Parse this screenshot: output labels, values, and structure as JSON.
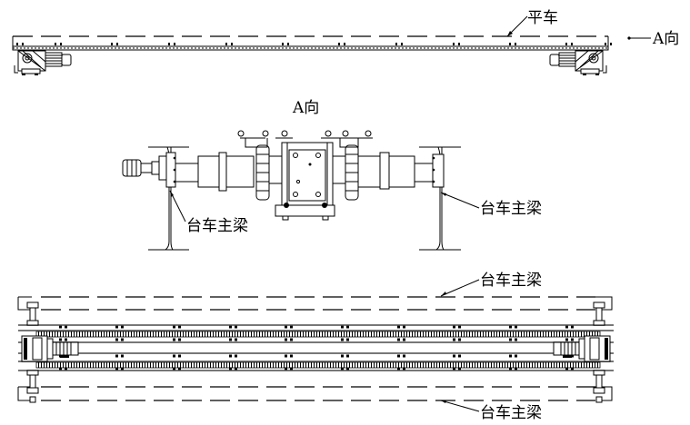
{
  "drawing": {
    "type": "mechanical-engineering-drawing",
    "views": [
      {
        "id": "top-elevation",
        "description": "Flat car side elevation with two gear motors"
      },
      {
        "id": "view-a",
        "description": "Section view A showing drive assembly between trolley main beams"
      },
      {
        "id": "plan-view",
        "description": "Plan view of flat car between trolley main beams"
      }
    ]
  },
  "labels": {
    "flat_car": "平车",
    "direction_a_arrow": "A向",
    "view_a_title": "A向",
    "trolley_beam_left": "台车主梁",
    "trolley_beam_right": "台车主梁",
    "trolley_beam_top": "台车主梁",
    "trolley_beam_bottom": "台车主梁"
  }
}
